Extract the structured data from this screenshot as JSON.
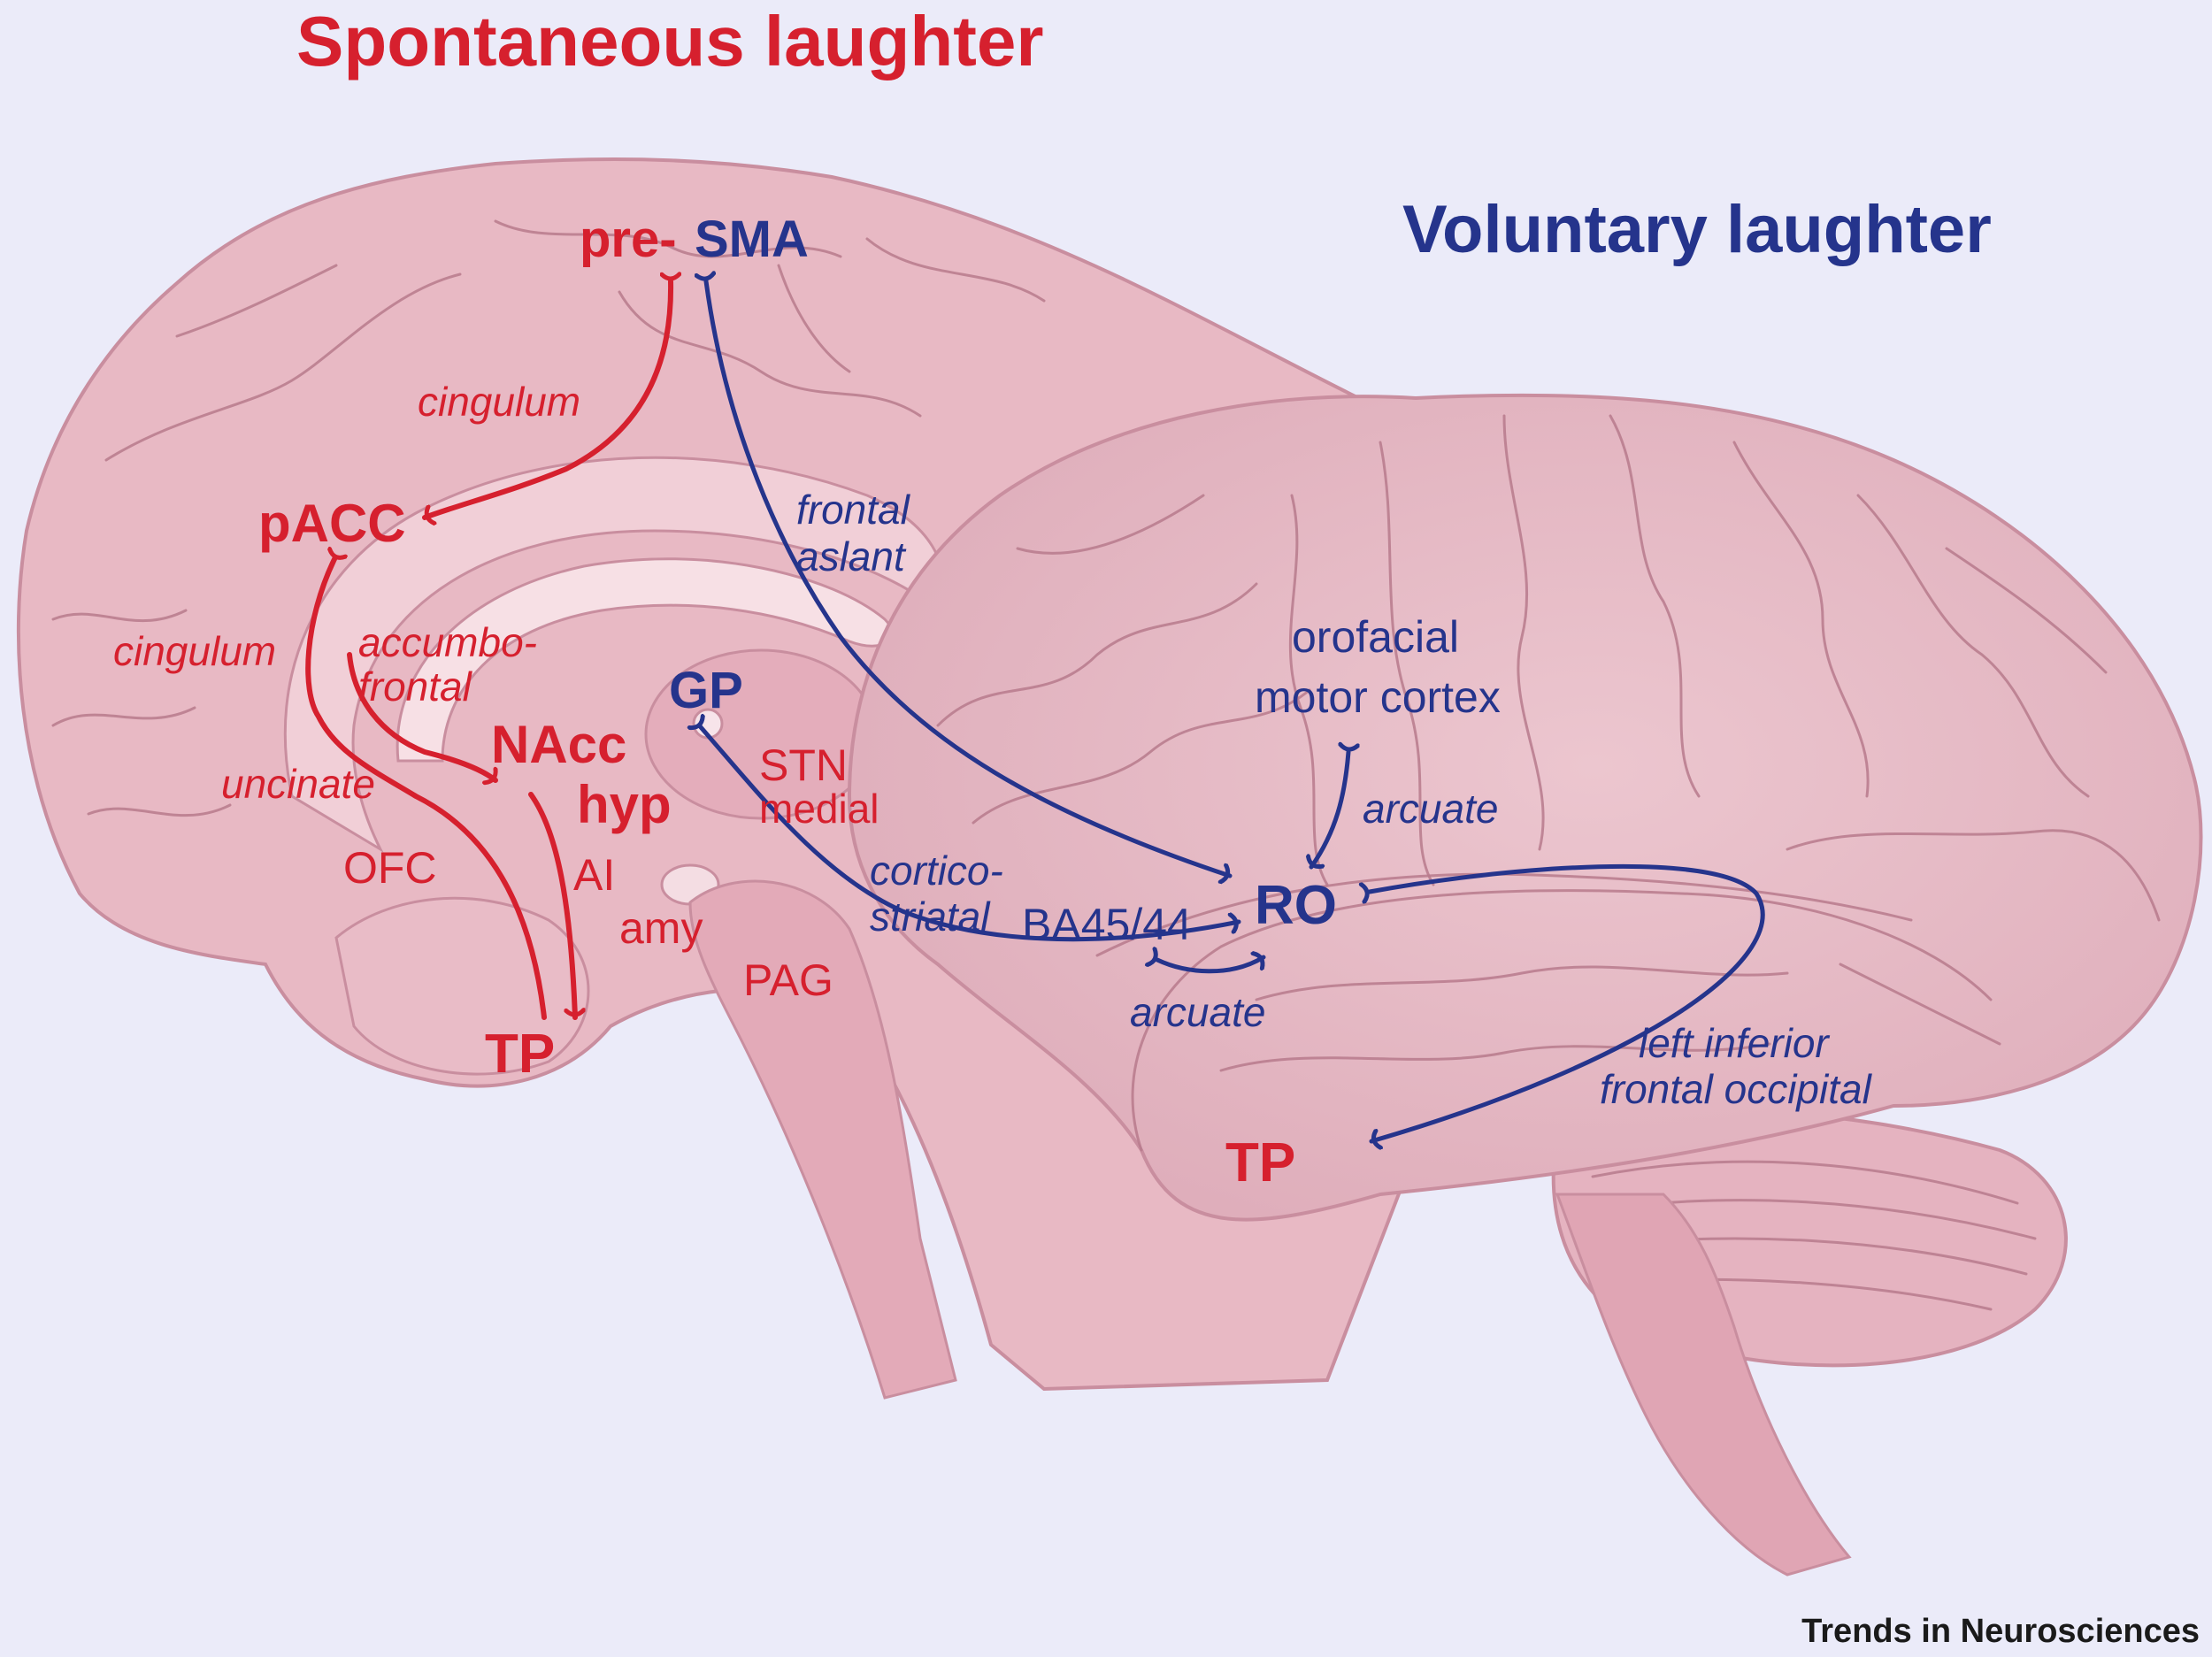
{
  "colors": {
    "background": "#ebebf9",
    "spontaneous": "#d6202e",
    "voluntary": "#25348c",
    "brain": "#e8b9c4"
  },
  "titles": {
    "spontaneous": "Spontaneous laughter",
    "voluntary": "Voluntary laughter"
  },
  "spontaneous_labels": {
    "pre": "pre-",
    "pacc": "pACC",
    "nacc": "NAcc",
    "hyp": "hyp",
    "tp_medial": "TP",
    "tp_lateral": "TP",
    "ofc": "OFC",
    "ai": "AI",
    "amy": "amy",
    "pag": "PAG",
    "stn": "STN",
    "medial": "medial"
  },
  "spontaneous_tracts": {
    "cingulum_upper": "cingulum",
    "cingulum_lower": "cingulum",
    "accumbo_1": "accumbo-",
    "accumbo_2": "frontal",
    "uncinate": "uncinate"
  },
  "voluntary_labels": {
    "sma": "SMA",
    "gp": "GP",
    "ro": "RO",
    "ba": "BA45/44",
    "orofacial_1": "orofacial",
    "orofacial_2": "motor cortex"
  },
  "voluntary_tracts": {
    "frontal_1": "frontal",
    "frontal_2": "aslant",
    "cortico_1": "cortico-",
    "cortico_2": "striatal",
    "arcuate_upper": "arcuate",
    "arcuate_lower": "arcuate",
    "lifo_1": "left inferior",
    "lifo_2": "frontal occipital"
  },
  "credit": "Trends in Neurosciences"
}
